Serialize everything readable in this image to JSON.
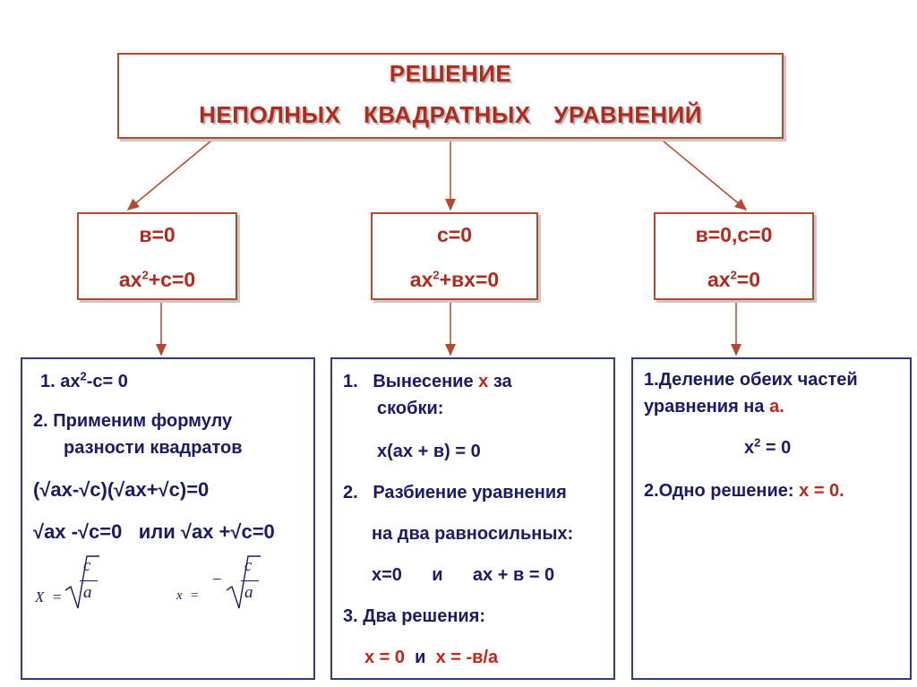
{
  "title": {
    "line1": "РЕШЕНИЕ",
    "line2": "НЕПОЛНЫХ КВАДРАТНЫХ УРАВНЕНИЙ"
  },
  "cases": [
    {
      "condition": "в=0",
      "eq_base": "ах",
      "eq_exp": "2",
      "eq_rest": "+с=0"
    },
    {
      "condition": "с=0",
      "eq_base": "ах",
      "eq_exp": "2",
      "eq_rest": "+вх=0"
    },
    {
      "condition": "в=0,с=0",
      "eq_base": "ах",
      "eq_exp": "2",
      "eq_rest": "=0"
    }
  ],
  "panel1": {
    "s1_pre": "1. ах",
    "s1_exp": "2",
    "s1_post": "-с=  0",
    "s2_line1": "2. Применим формулу",
    "s2_line2": "разности квадратов",
    "factor": "(√ах-√с)(√ах+√с)=0",
    "roots_left": "√ах -√с=0",
    "roots_or": "или",
    "roots_right": "√ах +√с=0",
    "x_label": "Х",
    "x_label2": "х",
    "eq": "=",
    "minus": "−",
    "numer": "c",
    "denom": "a"
  },
  "panel2": {
    "s1_num": "1.",
    "s1_a": "Вынесение",
    "s1_x": "х",
    "s1_b": "за",
    "s1_line2": "скобки:",
    "s1_formula": "х(ах + в) = 0",
    "s2_num": "2.",
    "s2_line1": "Разбиение уравнения",
    "s2_line2": "на два равносильных:",
    "s2_left": "х=0",
    "s2_and": "и",
    "s2_right": "ах + в = 0",
    "s3": "3.  Два решения:",
    "sol_a": "х = 0",
    "sol_and": "и",
    "sol_b": "х = -в/а"
  },
  "panel3": {
    "s1_line1": "1.Деление обеих частей",
    "s1_line2_pre": "уравнения на",
    "s1_line2_a": "а.",
    "x2_base": "х",
    "x2_exp": "2",
    "x2_rest": " = 0",
    "s2_pre": "2.Одно решение:",
    "s2_sol": "х = 0."
  },
  "colors": {
    "title_red": "#b12a1d",
    "box_border": "#b5482f",
    "panel_border": "#2e3a8c",
    "text_navy": "#1a1a66",
    "accent_red": "#c0261a"
  }
}
